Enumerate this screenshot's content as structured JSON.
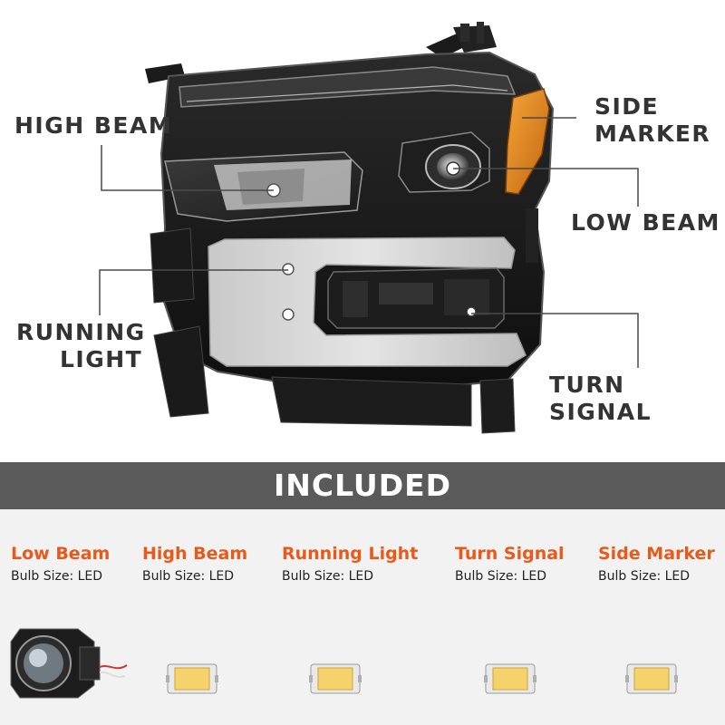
{
  "callouts": {
    "high_beam": "HIGH BEAM",
    "side_marker_line1": "SIDE",
    "side_marker_line2": "MARKER",
    "low_beam": "LOW BEAM",
    "running_light_line1": "RUNNING",
    "running_light_line2": "LIGHT",
    "turn_signal": "TURN SIGNAL"
  },
  "banner": {
    "title": "INCLUDED"
  },
  "included": [
    {
      "name": "Low Beam",
      "bulb": "Bulb Size: LED",
      "icon": "projector-lens-icon"
    },
    {
      "name": "High Beam",
      "bulb": "Bulb Size: LED",
      "icon": "led-chip-icon"
    },
    {
      "name": "Running Light",
      "bulb": "Bulb Size: LED",
      "icon": "led-chip-icon"
    },
    {
      "name": "Turn Signal",
      "bulb": "Bulb Size: LED",
      "icon": "led-chip-icon"
    },
    {
      "name": "Side Marker",
      "bulb": "Bulb Size: LED",
      "icon": "led-chip-icon"
    }
  ],
  "colors": {
    "accent": "#e8591a",
    "banner_bg": "#5a5a5a",
    "label_text": "#333333",
    "bottom_bg": "#f2f2f2",
    "amber_marker": "#e88a1e"
  }
}
